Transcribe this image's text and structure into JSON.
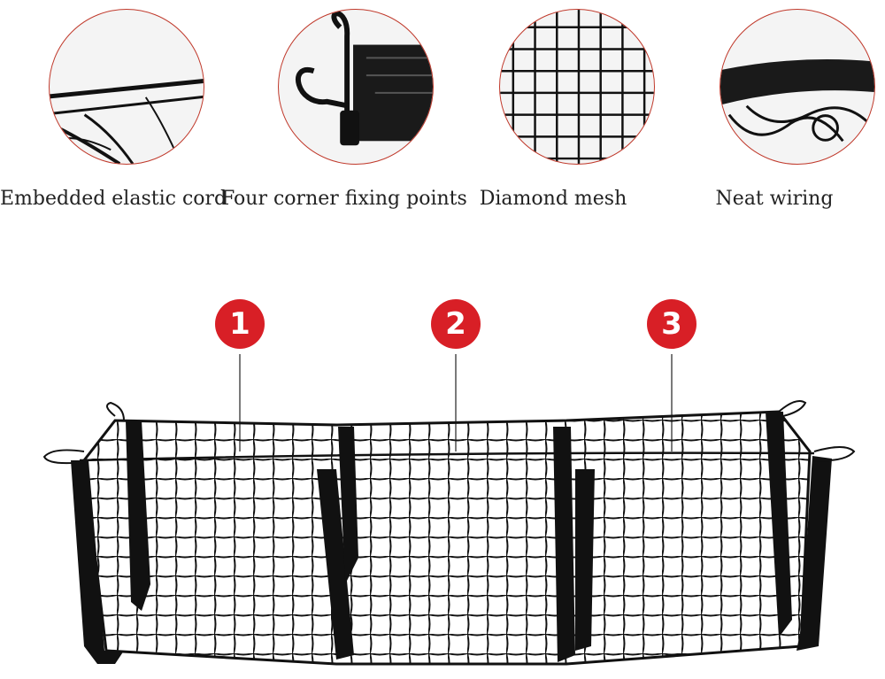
{
  "features": [
    {
      "caption": "Embedded elastic cord",
      "icon": "elastic-cord-closeup"
    },
    {
      "caption": "Four corner fixing points",
      "icon": "corner-loop-closeup"
    },
    {
      "caption": "Diamond mesh",
      "icon": "mesh-closeup"
    },
    {
      "caption": "Neat wiring",
      "icon": "wiring-closeup"
    }
  ],
  "compartments": [
    {
      "number": "1"
    },
    {
      "number": "2"
    },
    {
      "number": "3"
    }
  ],
  "colors": {
    "accent": "#d81f26",
    "ring": "#c0392b",
    "net": "#111111"
  }
}
